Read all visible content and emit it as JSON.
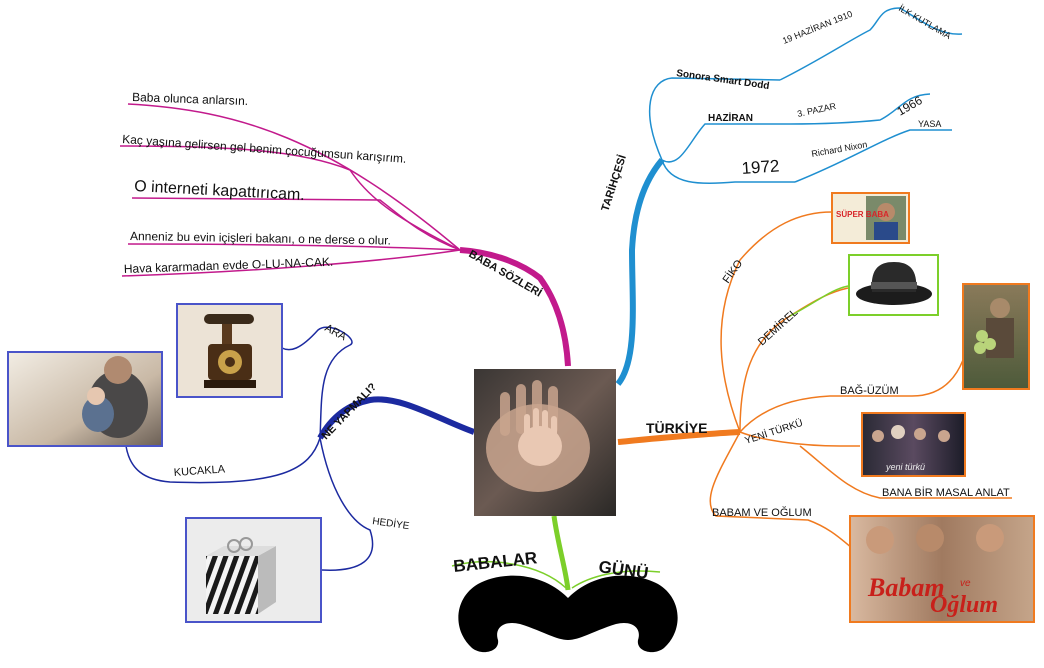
{
  "center": {
    "image": "hands-photo"
  },
  "colors": {
    "baba_sozleri": "#c21a8c",
    "tarihcesi": "#1f8fd0",
    "turkiye": "#f07a1f",
    "ne_yapmali": "#1c2aa0",
    "babalar_gunu": "#7ccf2a"
  },
  "branches": {
    "baba_sozleri": {
      "label": "BABA SÖZLERİ",
      "quotes": [
        "Baba olunca anlarsın.",
        "Kaç yaşına gelirsen gel benim çocuğumsun karışırım.",
        "O interneti kapattırıcam.",
        "Anneniz bu evin içişleri bakanı, o ne derse o olur.",
        "Hava kararmadan evde O-LU-NA-CAK."
      ]
    },
    "tarihcesi": {
      "label": "TARİHÇESİ",
      "nodes": {
        "sonora": "Sonora Smart Dodd",
        "date_1910": "19 HAZİRAN 1910",
        "ilk": "İLK KUTLAMA",
        "haziran": "HAZİRAN",
        "pazar": "3. PAZAR",
        "y1966": "1966",
        "y1972": "1972",
        "nixon": "Richard Nixon",
        "yasa": "YASA"
      }
    },
    "turkiye": {
      "label": "TÜRKİYE",
      "items": {
        "fiko": "FİKO",
        "demirel": "DEMİREL",
        "bag": "BAĞ-ÜZÜM",
        "yeni": "YENİ TÜRKÜ",
        "bana": "BANA BİR MASAL ANLAT",
        "babam": "BABAM VE OĞLUM"
      },
      "images": {
        "super_baba": "SÜPER BABA",
        "yeni_turku": "yeni türkü",
        "babam_title_1": "Babam",
        "babam_ve": "ve",
        "babam_title_2": "Oğlum"
      }
    },
    "ne_yapmali": {
      "label": "NE YAPMALI?",
      "items": {
        "ara": "ARA",
        "kucakla": "KUCAKLA",
        "hediye": "HEDİYE"
      }
    },
    "babalar_gunu": {
      "left": "BABALAR",
      "right": "GÜNÜ"
    }
  },
  "icons": [
    "telephone-icon",
    "gift-icon",
    "hat-icon",
    "mustache-icon"
  ]
}
